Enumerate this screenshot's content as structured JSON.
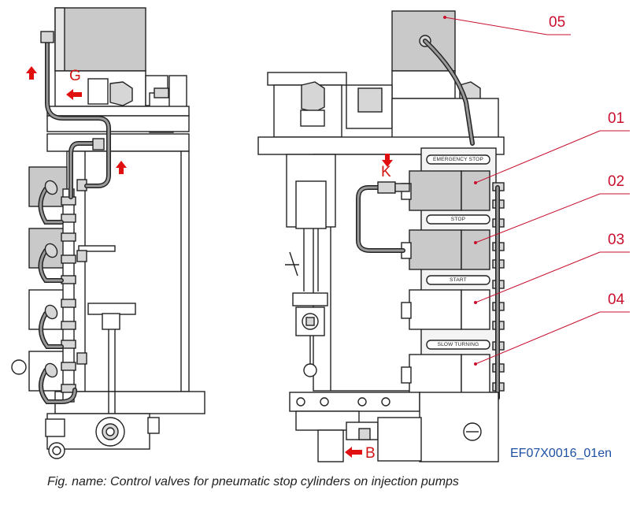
{
  "callouts": {
    "c05": "05",
    "c01": "01",
    "c02": "02",
    "c03": "03",
    "c04": "04"
  },
  "markers": {
    "g": "G",
    "k": "K",
    "b": "B"
  },
  "panel_labels": {
    "emergency_stop": "EMERGENCY STOP",
    "stop": "STOP",
    "start": "START",
    "slow_turning": "SLOW TURNING"
  },
  "document_code": "EF07X0016_01en",
  "caption": "Fig. name: Control valves for pneumatic stop cylinders on injection pumps",
  "colors": {
    "callout_red": "#c8102e",
    "arrow_red": "#e01010",
    "code_blue": "#1d4fa3",
    "solenoid_grey": "#c9c9c9",
    "line_dark": "#222222"
  }
}
